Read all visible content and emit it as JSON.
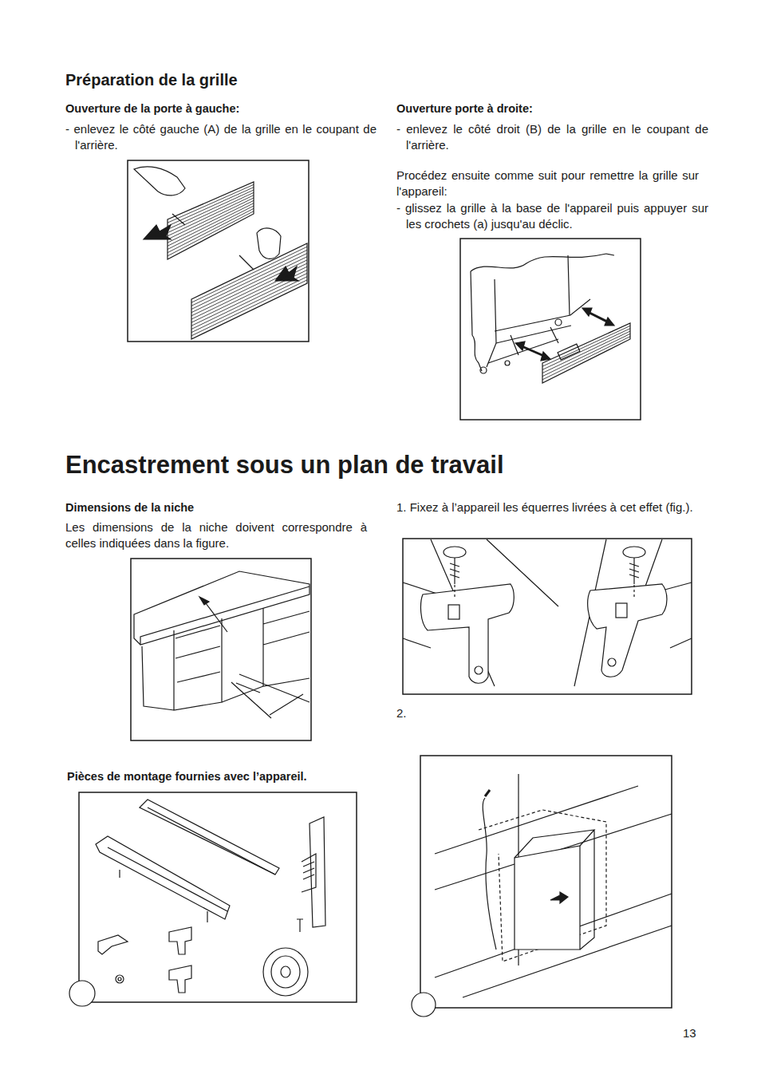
{
  "diagram": {
    "title": "Encastrement sous un plan de travail",
    "labels": [
      "Préparation de la grille",
      "Ouverture de la porte à gauche:",
      "- enlevez le côté gauche (A) de la grille en le coupant de l'arrière.",
      "Ouverture porte à droite:",
      "- enlevez le côté droit (B) de la grille en le coupant de l'arrière.",
      "Procédez ensuite comme suit pour remettre la grille sur l'appareil:",
      "- glissez la grille à la base de l'appareil puis appuyer sur les crochets (a) jusqu'au déclic.",
      "Dimensions de la niche",
      "Les dimensions de la niche doivent correspondre à celles indiquées dans la figure.",
      "1. Fixez à l’appareil les équerres livrées à cet effet (fig.).",
      "2.",
      "Pièces de montage fournies avec l’appareil.",
      "13"
    ]
  }
}
